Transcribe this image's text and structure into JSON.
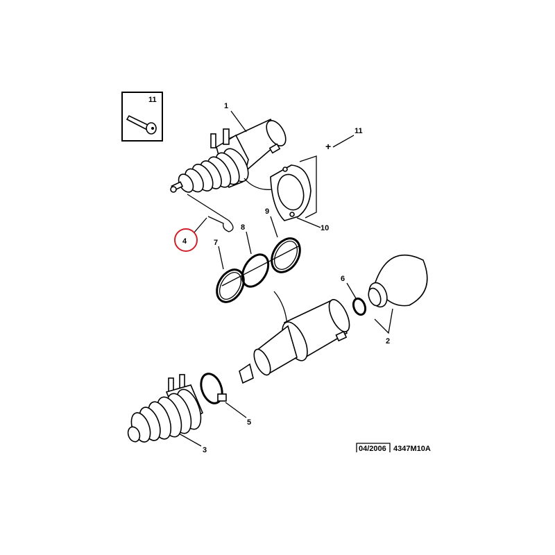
{
  "diagram": {
    "callouts": {
      "c1": "1",
      "c2": "2",
      "c3": "3",
      "c4": "4",
      "c5": "5",
      "c6": "6",
      "c7": "7",
      "c8": "8",
      "c9": "9",
      "c10": "10",
      "c11_inset": "11",
      "c11": "11",
      "plus": "+"
    },
    "highlight_color": "#d0202a",
    "footer": {
      "date": "04/2006",
      "reference": "4347M10A"
    }
  }
}
